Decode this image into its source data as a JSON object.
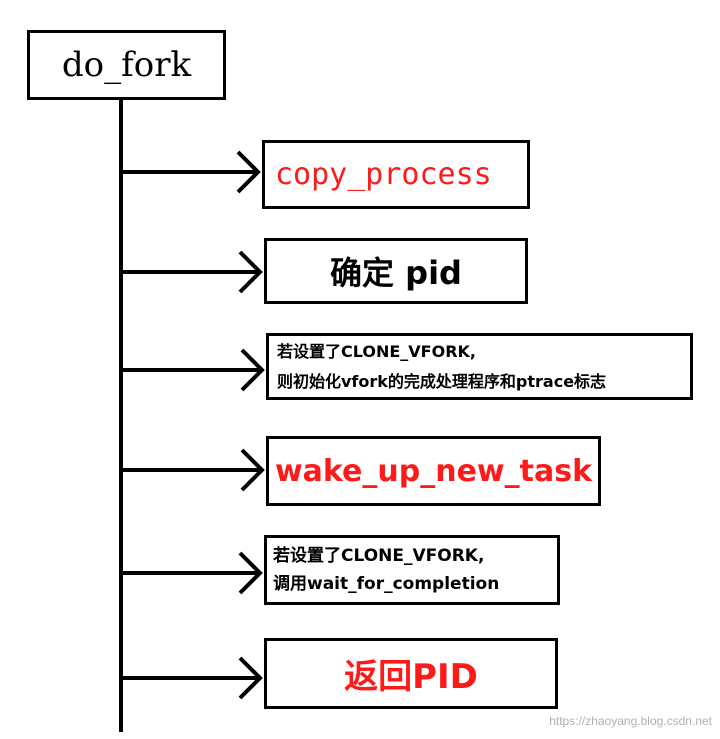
{
  "root": {
    "label": "do_fork"
  },
  "steps": [
    {
      "lines": [
        "copy_process"
      ],
      "color": "#ff1a1a"
    },
    {
      "lines": [
        "确定 pid"
      ],
      "color": "#000000"
    },
    {
      "lines": [
        "若设置了CLONE_VFORK,",
        "则初始化vfork的完成处理程序和ptrace标志"
      ],
      "color": "#000000"
    },
    {
      "lines": [
        "wake_up_new_task"
      ],
      "color": "#ff1a1a"
    },
    {
      "lines": [
        "若设置了CLONE_VFORK,",
        "调用wait_for_completion"
      ],
      "color": "#000000"
    },
    {
      "lines": [
        "返回PID"
      ],
      "color": "#ff1a1a"
    }
  ],
  "watermark": "https://zhaoyang.blog.csdn.net"
}
